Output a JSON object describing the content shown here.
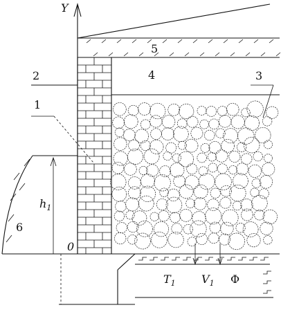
{
  "labels": {
    "axis_y": "Y",
    "origin": "0",
    "n1": "1",
    "n2": "2",
    "n3": "3",
    "n4": "4",
    "n5": "5",
    "n6": "6",
    "h": "h",
    "h_sub": "1",
    "T": "T",
    "T_sub": "1",
    "V": "V",
    "V_sub": "1",
    "Phi": "Φ"
  }
}
